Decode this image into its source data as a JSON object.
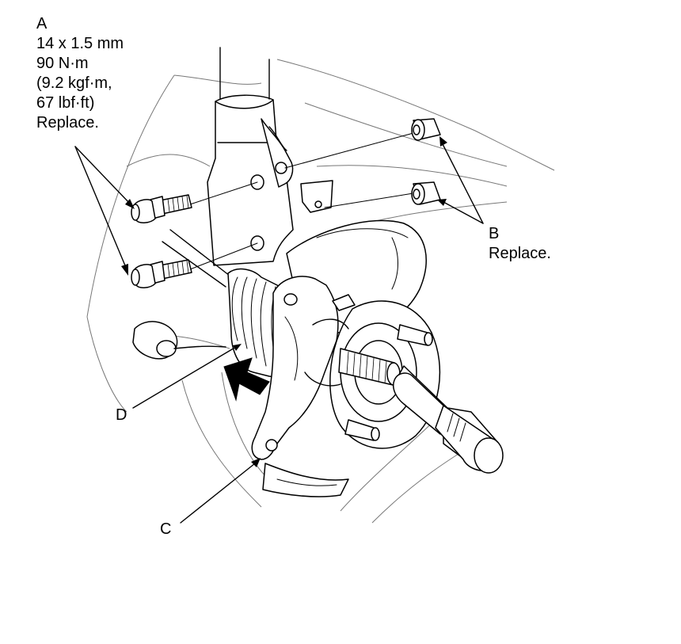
{
  "callouts": {
    "a": {
      "letter": "A",
      "spec_size": "14 x 1.5 mm",
      "spec_torque_nm": "90 N·m",
      "spec_torque_kgfm": "(9.2 kgf·m,",
      "spec_torque_lbfft": "67 lbf·ft)",
      "note": "Replace."
    },
    "b": {
      "letter": "B",
      "note": "Replace."
    },
    "c": {
      "letter": "C"
    },
    "d": {
      "letter": "D"
    }
  },
  "colors": {
    "line": "#000000",
    "background": "#ffffff",
    "ghost": "#777777"
  }
}
